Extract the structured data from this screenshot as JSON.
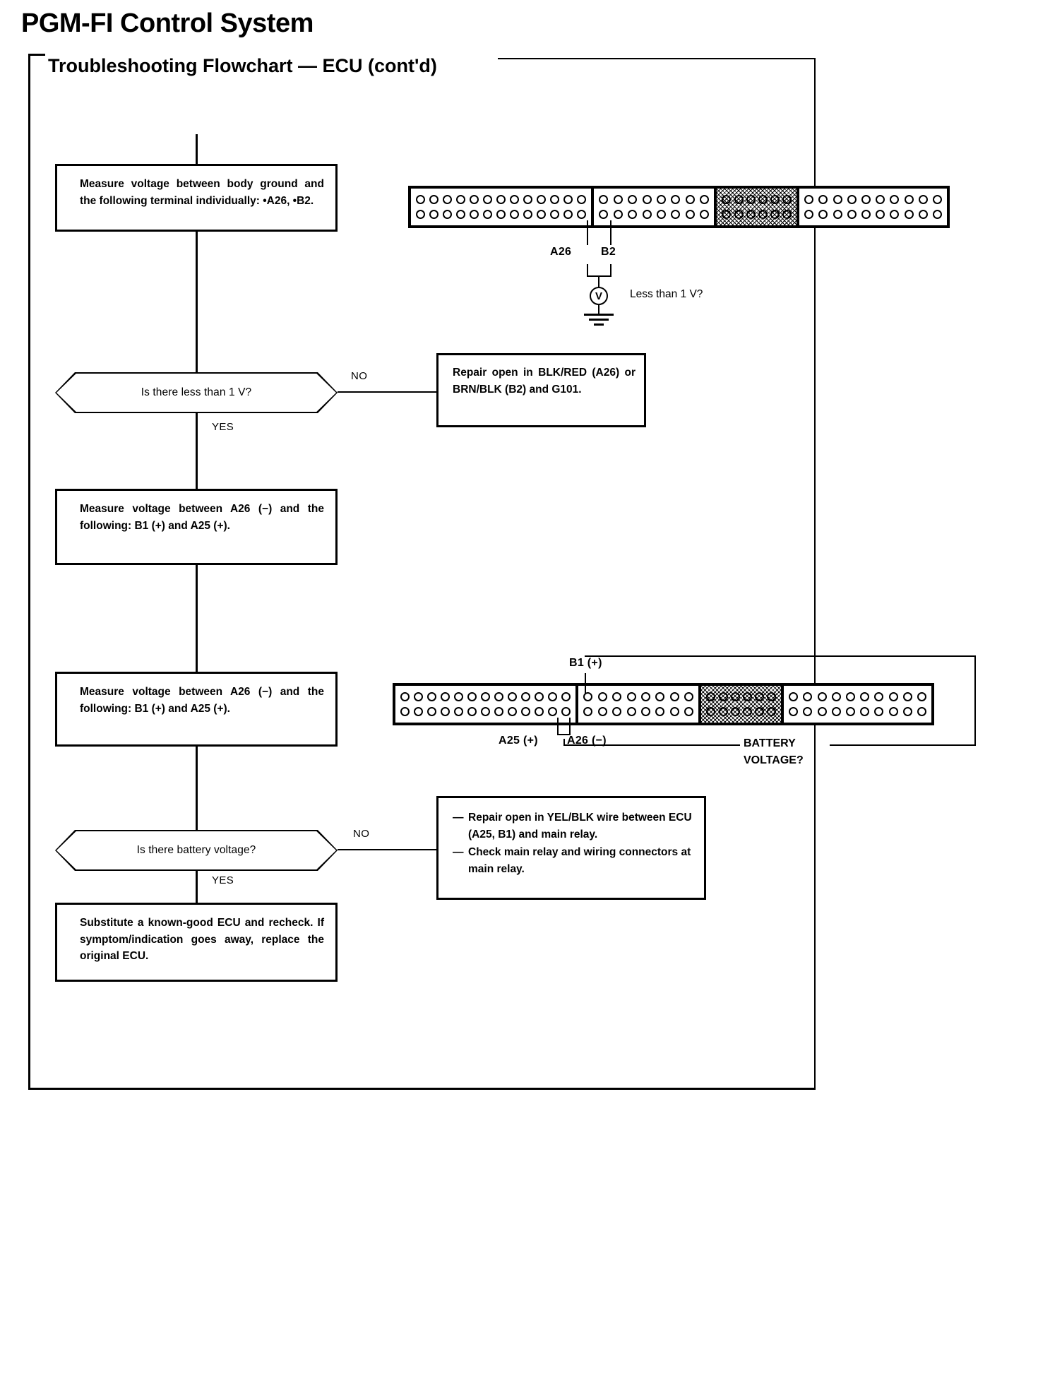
{
  "header": {
    "title": "PGM-FI Control System",
    "section": "Troubleshooting Flowchart — ECU (cont'd)"
  },
  "flow": {
    "step1": {
      "text": "Measure voltage between body ground and the following terminal individually: •A26, •B2."
    },
    "decision1": {
      "text": "Is there less than 1 V?",
      "no_label": "NO",
      "yes_label": "YES"
    },
    "repair1": {
      "text": "Repair open in BLK/RED (A26) or BRN/BLK (B2) and G101."
    },
    "step2": {
      "text": "Measure voltage between A26 (−) and the following: B1 (+) and A25 (+)."
    },
    "step3": {
      "text": "Measure voltage between A26 (−) and the following: B1 (+) and A25 (+)."
    },
    "decision2": {
      "text": "Is there battery voltage?",
      "no_label": "NO",
      "yes_label": "YES"
    },
    "repair2": {
      "bullets": [
        "Repair open in YEL/BLK wire between ECU (A25, B1) and main relay.",
        "Check main relay and wiring connectors at main relay."
      ],
      "dash": "—"
    },
    "step4": {
      "text": "Substitute a known-good ECU and recheck. If symptom/indication goes away, replace the original ECU."
    }
  },
  "diagram_top": {
    "labels": {
      "a26": "A26",
      "b2": "B2",
      "question": "Less than 1 V?",
      "meter": "V"
    },
    "segments": [
      {
        "name": "segment-a-left",
        "pins_per_row": 13,
        "hatched": false
      },
      {
        "name": "segment-b",
        "pins_per_row": 8,
        "hatched": false
      },
      {
        "name": "segment-c-hatched",
        "pins_per_row": 6,
        "hatched": true
      },
      {
        "name": "segment-d",
        "pins_per_row": 10,
        "hatched": false
      }
    ]
  },
  "diagram_bottom": {
    "labels": {
      "b1": "B1 (+)",
      "a25": "A25 (+)",
      "a26": "A26 (−)",
      "battery_line1": "BATTERY",
      "battery_line2": "VOLTAGE?"
    },
    "segments": [
      {
        "name": "segment-a-left",
        "pins_per_row": 13,
        "hatched": false
      },
      {
        "name": "segment-b",
        "pins_per_row": 8,
        "hatched": false
      },
      {
        "name": "segment-c-hatched",
        "pins_per_row": 6,
        "hatched": true
      },
      {
        "name": "segment-d",
        "pins_per_row": 10,
        "hatched": false
      }
    ]
  },
  "colors": {
    "ink": "#000000",
    "paper": "#ffffff"
  }
}
